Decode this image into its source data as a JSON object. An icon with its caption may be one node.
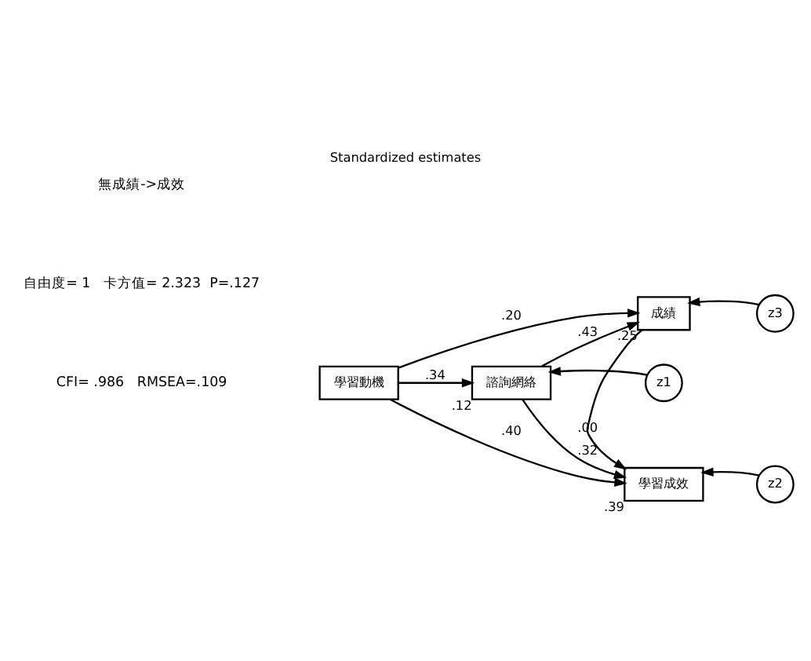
{
  "diagram": {
    "title": "Standardized estimates",
    "nodes": [
      {
        "text": [
          "諮詢網絡"
        ],
        "beside": [
          ".12"
        ]
      },
      {
        "text": [
          "z1"
        ]
      },
      {
        "text": [
          "學習成效"
        ],
        "beside": [
          ".39"
        ]
      },
      {
        "text": [
          "z2"
        ]
      },
      {
        "text": [
          "學習動機"
        ]
      },
      {
        "text": [
          "成績"
        ],
        "beside": [
          ".25"
        ]
      },
      {
        "text": [
          "z3"
        ]
      }
    ],
    "edges": [
      {
        "from": 4,
        "to": 0,
        "arrow": "to",
        "label": ".34"
      },
      {
        "from": 1,
        "to": 0,
        "arrow": "to"
      },
      {
        "from": 0,
        "to": 2,
        "arrow": "to",
        "label": ".32"
      },
      {
        "from": 4,
        "to": 2,
        "arrow": "to",
        "label": ".40"
      },
      {
        "from": 0,
        "to": 5,
        "arrow": "to",
        "label": ".43"
      },
      {
        "from": 4,
        "to": 5,
        "arrow": "to",
        "label": ".20"
      },
      {
        "from": 5,
        "to": 2,
        "arrow": "to",
        "label": ".00"
      },
      {
        "from": 3,
        "to": 2,
        "arrow": "to"
      },
      {
        "from": 6,
        "to": 5,
        "arrow": "to"
      }
    ],
    "labels": [
      "無成績->成效",
      "自由度= 1   卡方值= 2.323  P=.127",
      "CFI= .986   RMSEA=.109"
    ]
  }
}
